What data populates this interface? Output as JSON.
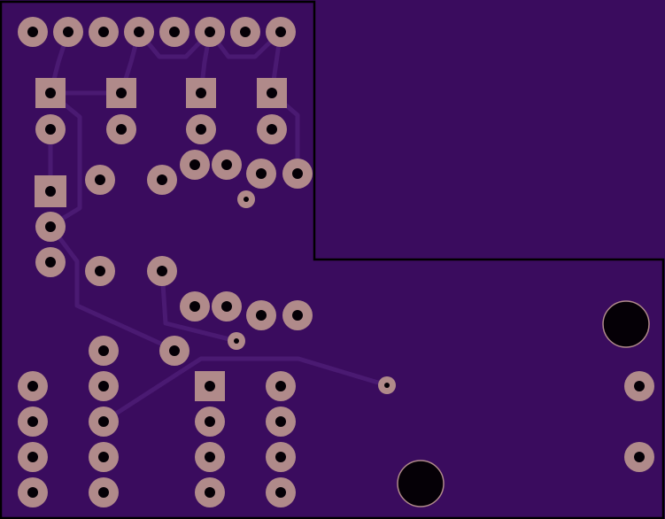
{
  "board": {
    "title": "",
    "colors": {
      "substrate": "#3a0c5e",
      "trace": "#4a1a72",
      "pad": "#b08a8a",
      "drill": "#050006",
      "outline": "#000000",
      "mount_hole_ring": "#b08a8a"
    },
    "components": {
      "top_header_pins": 8,
      "square_pads": 6,
      "round_pads": 48,
      "vias": 3,
      "mounting_holes": 2
    }
  }
}
